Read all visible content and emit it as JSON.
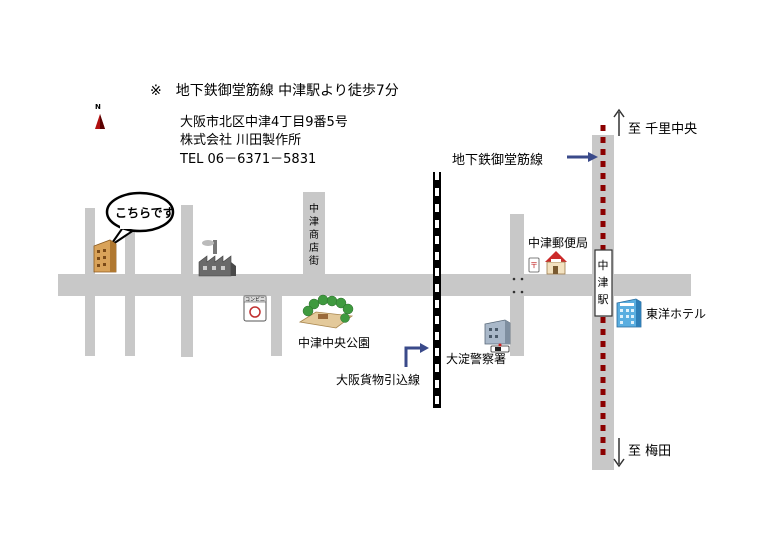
{
  "header": {
    "access": "※　地下鉄御堂筋線 中津駅より徒歩7分",
    "address": "大阪市北区中津4丁目9番5号",
    "company": "株式会社 川田製作所",
    "tel": "TEL 06－6371－5831"
  },
  "compass": {
    "label": "N"
  },
  "callout": {
    "text": "こちらです"
  },
  "labels": {
    "subway_line": "地下鉄御堂筋線",
    "to_north": "至 千里中央",
    "to_south": "至 梅田",
    "station": "中津駅",
    "shopping_street": "中津商店街",
    "post_office": "中津郵便局",
    "hotel": "東洋ホテル",
    "park": "中津中央公園",
    "police": "大淀警察署",
    "freight_line": "大阪貨物引込線",
    "conbini": "コンビニ"
  },
  "colors": {
    "road": "#c8c8c8",
    "subway_dash": "#8b0000",
    "arrow": "#3a4a8a",
    "compass": "#b01010"
  },
  "icons": {
    "compass": "north-arrow-icon",
    "target_building": "apartment-building-icon",
    "factory": "factory-icon",
    "convenience_store": "convenience-store-icon",
    "park": "park-icon",
    "police": "police-station-icon",
    "post_office": "post-office-icon",
    "hotel": "hotel-icon"
  }
}
